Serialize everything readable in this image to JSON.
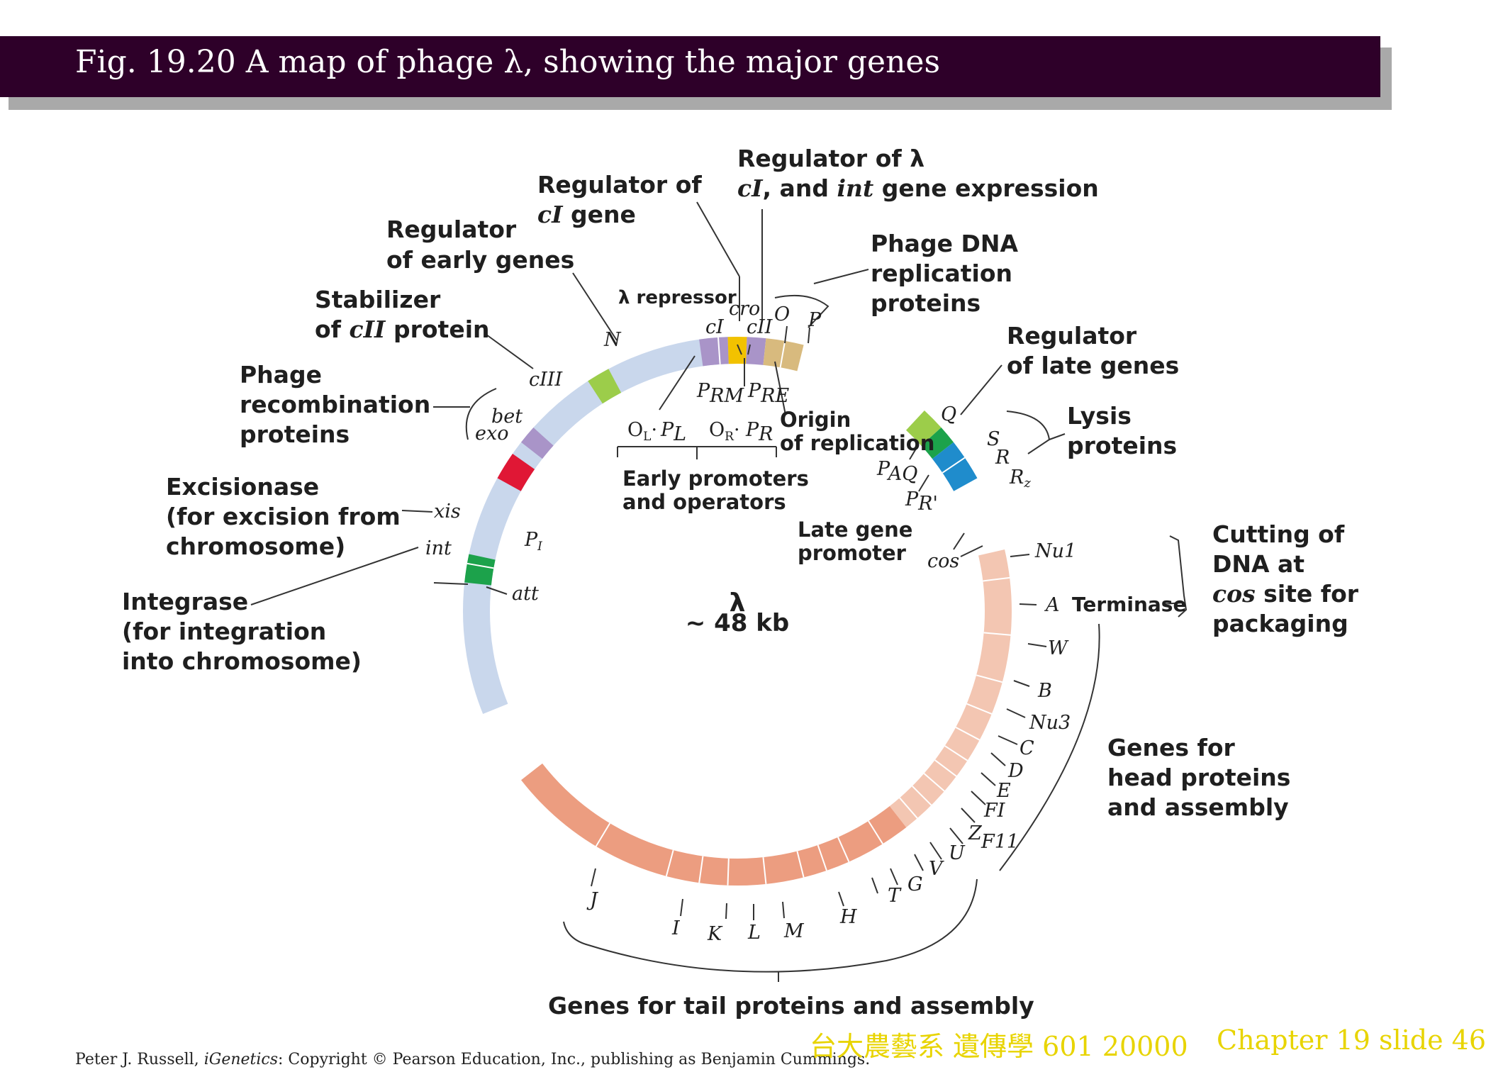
{
  "title": "Fig. 19.20  A map of phage λ, showing the major genes",
  "center": {
    "symbol": "λ",
    "size": "~ 48 kb"
  },
  "labels": {
    "reg_lambda_1": "Regulator of λ",
    "reg_lambda_2a": "cI",
    "reg_lambda_2b": ", and ",
    "reg_lambda_2c": "int",
    "reg_lambda_2d": " gene expression",
    "reg_ci_1": "Regulator of",
    "reg_ci_2a": "cI",
    "reg_ci_2b": " gene",
    "reg_early_1": "Regulator",
    "reg_early_2": "of early genes",
    "stab_1": "Stabilizer",
    "stab_2a": "of ",
    "stab_2b": "cII",
    "stab_2c": " protein",
    "recomb_1": "Phage",
    "recomb_2": "recombination",
    "recomb_3": "proteins",
    "excis_1": "Excisionase",
    "excis_2": "(for excision from",
    "excis_3": "chromosome)",
    "integ_1": "Integrase",
    "integ_2": "(for integration",
    "integ_3": "into chromosome)",
    "repl_1": "Phage DNA",
    "repl_2": "replication",
    "repl_3": "proteins",
    "late_reg_1": "Regulator",
    "late_reg_2": "of late genes",
    "lysis_1": "Lysis",
    "lysis_2": "proteins",
    "cut_1": "Cutting of",
    "cut_2": "DNA at",
    "cut_3a": "cos",
    "cut_3b": " site for",
    "cut_4": "packaging",
    "terminase": "Terminase",
    "head_1": "Genes for",
    "head_2": "head proteins",
    "head_3": "and assembly",
    "tail": "Genes for tail proteins and assembly",
    "early_prom_1": "Early promoters",
    "early_prom_2": "and operators",
    "origin_1": "Origin",
    "origin_2": "of replication",
    "late_prom_1": "Late gene",
    "late_prom_2": "promoter",
    "repressor": "λ repressor"
  },
  "genes": {
    "N": "N",
    "cI": "cI",
    "cro": "cro",
    "cII": "cII",
    "O": "O",
    "P": "P",
    "cIII": "cIII",
    "bet": "bet",
    "exo": "exo",
    "xis": "xis",
    "int": "int",
    "att": "att",
    "Q": "Q",
    "S": "S",
    "R": "R",
    "Rz": "R",
    "Rz_sub": "z",
    "cos": "cos",
    "Nu1": "Nu1",
    "A": "A",
    "W": "W",
    "B": "B",
    "Nu3": "Nu3",
    "C": "C",
    "D": "D",
    "E": "E",
    "FI": "FI",
    "Z": "Z",
    "FII": "F11",
    "U": "U",
    "V": "V",
    "G": "G",
    "T": "T",
    "H": "H",
    "M": "M",
    "L": "L",
    "K": "K",
    "I": "I",
    "J": "J"
  },
  "promoters": {
    "P": "P",
    "RM": "RM",
    "RE": "RE",
    "OL": "O",
    "L_sub": "L",
    "PL": "P",
    "OR": "O",
    "R_sub": "R",
    "PR": "P",
    "AQ": "AQ",
    "Rp": "R'",
    "PI_sub": "I"
  },
  "colors": {
    "genome": "#c9d7ec",
    "purple": "#a994c8",
    "yellow": "#f2c200",
    "tan": "#d8ba7e",
    "lightgreen": "#9ccd4a",
    "green": "#1ca24b",
    "red": "#e01735",
    "blue": "#1f8ccc",
    "peach": "#f3c6b2",
    "salmon": "#ec9d80"
  },
  "footer": {
    "credit_a": "Peter J. Russell, ",
    "credit_b": "iGenetics",
    "credit_c": ": Copyright © Pearson Education, Inc., publishing as Benjamin Cummings.",
    "course": "台大農藝系 遺傳學 601 20000",
    "chapter": "Chapter 19 slide 46"
  }
}
